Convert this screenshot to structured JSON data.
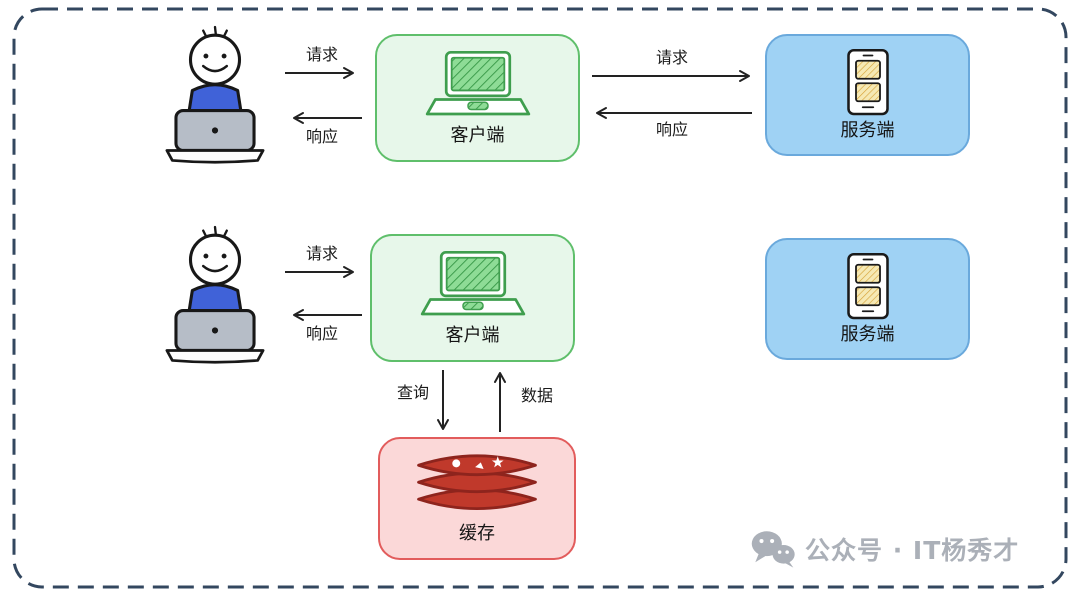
{
  "nodes": {
    "client1": {
      "label": "客户端"
    },
    "server1": {
      "label": "服务端"
    },
    "client2": {
      "label": "客户端"
    },
    "server2": {
      "label": "服务端"
    },
    "cache": {
      "label": "缓存"
    }
  },
  "arrows": {
    "user1_request": "请求",
    "user1_response": "响应",
    "server1_request": "请求",
    "server1_response": "响应",
    "user2_request": "请求",
    "user2_response": "响应",
    "cache_query": "查询",
    "cache_data": "数据"
  },
  "watermark": {
    "text": "公众号 · IT杨秀才"
  },
  "colors": {
    "client_fill": "#e7f7ea",
    "client_border": "#5fbf6b",
    "server_fill": "#9fd2f4",
    "server_border": "#6aa9dc",
    "cache_fill": "#fbd8d8",
    "cache_border": "#e25c5c",
    "outer_border": "#33475f",
    "redis_red": "#c0392b",
    "person_blue": "#4062d8",
    "watermark_gray": "#abb0b8"
  }
}
